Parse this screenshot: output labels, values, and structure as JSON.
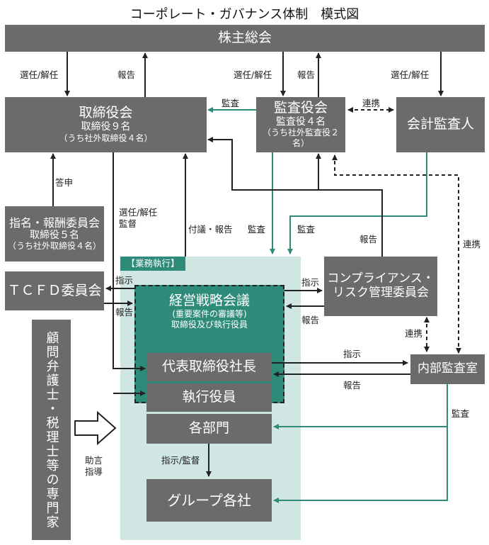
{
  "title": "コーポレート・ガバナンス体制　模式図",
  "colors": {
    "box": "#6b6b6b",
    "teal": "#2e8b7a",
    "lightTeal": "#cfe6e2",
    "line": "#222222"
  },
  "boxes": {
    "shareholders": "株主総会",
    "board": {
      "title": "取締役会",
      "line1": "取締役９名",
      "line2": "（うち社外取締役４名）"
    },
    "auditBoard": {
      "title": "監査役会",
      "line1": "監査役４名",
      "line2": "（うち社外監査役２名）"
    },
    "accountingAuditor": "会計監査人",
    "nomination": {
      "title": "指名・報酬委員会",
      "line1": "取締役５名",
      "line2": "（うち社外取締役４名）"
    },
    "tcfd": "ＴＣＦＤ委員会",
    "advisors": "顧問弁護士・税理士等の専門家",
    "execution": "【業務執行】",
    "management": {
      "title": "経営戦略会議",
      "line1": "(重要案件の審議等)",
      "line2": "取締役及び執行役員"
    },
    "president": "代表取締役社長",
    "officers": "執行役員",
    "departments": "各部門",
    "group": "グループ各社",
    "compliance": {
      "line1": "コンプライアンス・",
      "line2": "リスク管理委員会"
    },
    "internalAudit": "内部監査室"
  },
  "labels": {
    "elect1": "選任/解任",
    "report1": "報告",
    "elect2": "選任/解任",
    "report2": "報告",
    "elect3": "選任/解任",
    "audit_board": "監査",
    "cooperation1": "連携",
    "report_answer": "答申",
    "elect_supervise": "選任/解任\n監督",
    "propose_report": "付議・報告",
    "audit_exec": "監査",
    "audit_exec2": "監査",
    "report_comp": "報告",
    "cooperation2": "連携",
    "instruct_tcfd": "指示",
    "report_tcfd": "報告",
    "instruct_comp": "指示",
    "report_comp2": "報告",
    "cooperation3": "連携",
    "instruct_int": "指示",
    "report_int": "報告",
    "audit_int": "監査",
    "advice": "助言\n指導",
    "instruct_supervise": "指示/監督"
  }
}
